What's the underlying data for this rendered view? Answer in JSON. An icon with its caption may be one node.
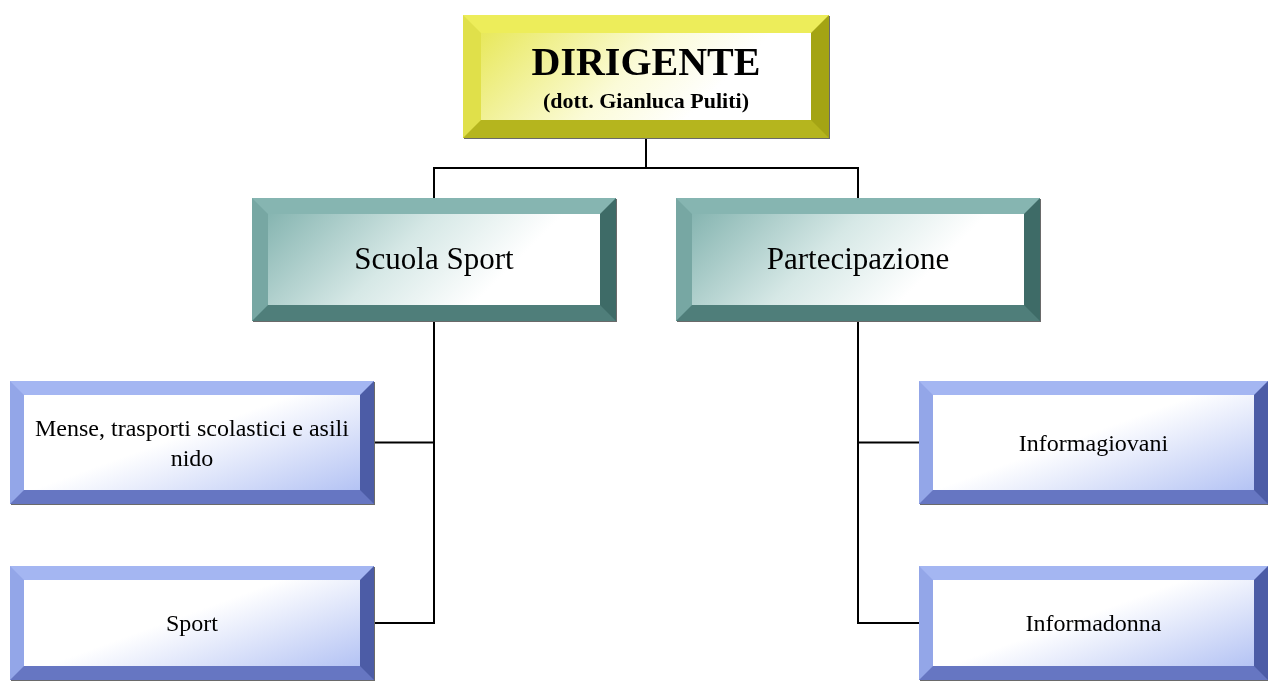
{
  "diagram": {
    "nodes": [
      {
        "text": [
          "DIRIGENTE",
          "(dott. Gianluca Puliti)"
        ]
      },
      {
        "text": [
          "Scuola Sport"
        ]
      },
      {
        "text": [
          "Partecipazione"
        ]
      },
      {
        "text": [
          "Mense, trasporti scolastici e asili nido"
        ]
      },
      {
        "text": [
          "Sport"
        ]
      },
      {
        "text": [
          "Informagiovani"
        ]
      },
      {
        "text": [
          "Informadonna"
        ]
      }
    ],
    "edges": [
      {
        "from": 0,
        "to": 1,
        "arrow": "none"
      },
      {
        "from": 0,
        "to": 2,
        "arrow": "none"
      },
      {
        "from": 1,
        "to": 3,
        "arrow": "none"
      },
      {
        "from": 1,
        "to": 4,
        "arrow": "none"
      },
      {
        "from": 2,
        "to": 5,
        "arrow": "none"
      },
      {
        "from": 2,
        "to": 6,
        "arrow": "none"
      }
    ]
  }
}
